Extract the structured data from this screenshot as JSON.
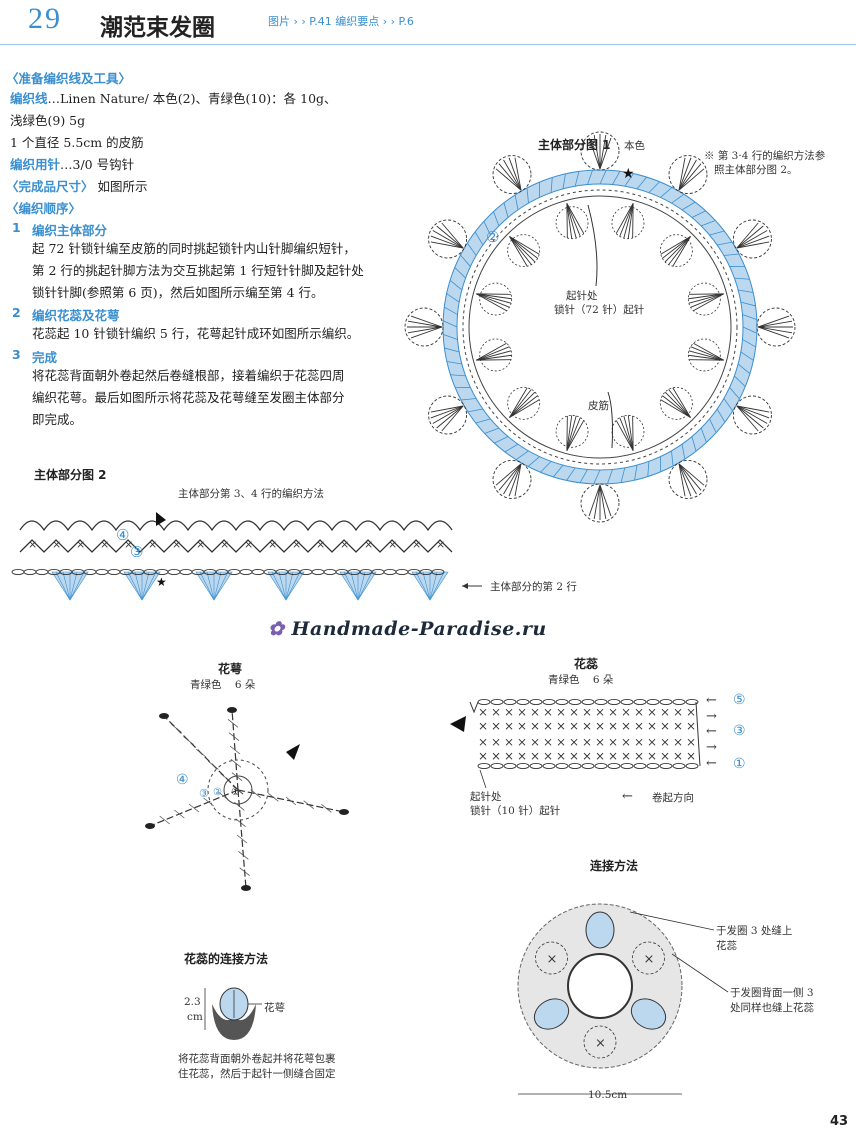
{
  "header": {
    "number": "29",
    "title": "潮范束发圈",
    "ref": "图片 › › P.41   编织要点 › › P.6"
  },
  "materials": {
    "heading": "〈准备编织线及工具〉",
    "yarn_label": "编织线",
    "yarn_text": "…Linen Nature/ 本色(2)、青绿色(10)：各 10g、",
    "yarn_text2": "浅绿色(9) 5g",
    "ring_text": "1 个直径 5.5cm 的皮筋",
    "hook_label": "编织用针",
    "hook_text": "…3/0 号钩针",
    "size_heading": "〈完成品尺寸〉",
    "size_text": "如图所示",
    "order_heading": "〈编织顺序〉"
  },
  "steps": [
    {
      "num": "1",
      "title": "编织主体部分",
      "lines": [
        "起 72 针锁针编至皮筋的同时挑起锁针内山针脚编织短针，",
        "第 2 行的挑起针脚方法为交互挑起第 1 行短针针脚及起针处",
        "锁针针脚(参照第 6 页)，然后如图所示编至第 4 行。"
      ]
    },
    {
      "num": "2",
      "title": "编织花蕊及花萼",
      "lines": [
        "花蕊起 10 针锁针编织 5 行，花萼起针成环如图所示编织。"
      ]
    },
    {
      "num": "3",
      "title": "完成",
      "lines": [
        "将花蕊背面朝外卷起然后卷缝根部，接着编织于花蕊四周",
        "编织花萼。最后如图所示将花蕊及花萼缝至发圈主体部分",
        "即完成。"
      ]
    }
  ],
  "diagram1": {
    "title": "主体部分图 1",
    "color": "本色",
    "note1": "※ 第 3·4 行的编织方法参",
    "note2": "照主体部分图 2。",
    "start1": "起针处",
    "start2": "锁针（72 针）起针",
    "band": "皮筋",
    "row_marker": "②"
  },
  "diagram2": {
    "title": "主体部分图 2",
    "caption": "主体部分第 3、4 行的编织方法",
    "row2_label": "主体部分的第 2 行",
    "markers": [
      "④",
      "③"
    ]
  },
  "watermark": "Handmade-Paradise.ru",
  "calyx": {
    "title": "花萼",
    "sub": "青绿色    6 朵",
    "markers": [
      "④",
      "③",
      "②",
      "①"
    ]
  },
  "stamen": {
    "title": "花蕊",
    "sub": "青绿色    6 朵",
    "rows": [
      "⑤",
      "③",
      "①"
    ],
    "start1": "起针处",
    "start2": "锁针（10 针）起针",
    "dir": "卷起方向"
  },
  "join": {
    "title": "花蕊的连接方法",
    "dim": "2.3",
    "unit": "cm",
    "calyx": "花萼",
    "cap1": "将花蕊背面朝外卷起并将花萼包裹",
    "cap2": "住花蕊，然后于起针一侧缝合固定"
  },
  "connect": {
    "title": "连接方法",
    "note1a": "于发圈 3 处缝上",
    "note1b": "花蕊",
    "note2a": "于发圈背面一侧 3",
    "note2b": "处同样也缝上花蕊",
    "width": "10.5cm"
  },
  "page_number": "43",
  "colors": {
    "accent": "#3a8fd0",
    "light_blue": "#bcd8ef"
  }
}
